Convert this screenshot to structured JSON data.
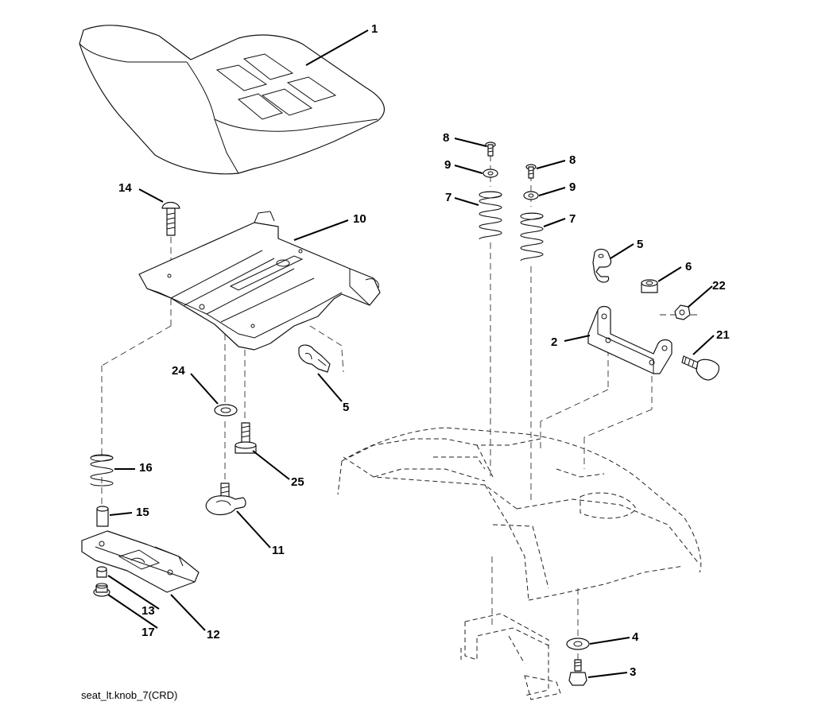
{
  "diagram": {
    "caption": "seat_lt.knob_7(CRD)",
    "callouts": {
      "seat": "1",
      "seat_pan": "10",
      "carriage_bolt": "14",
      "clip_left": "5",
      "washer_24": "24",
      "bolt_25": "25",
      "spring_16": "16",
      "spacer_15": "15",
      "knob_11": "11",
      "slide_plate_12": "12",
      "nut_13": "13",
      "nut_17": "17",
      "screw_8_left": "8",
      "screw_8_right": "8",
      "washer_9_left": "9",
      "washer_9_right": "9",
      "spring_7_left": "7",
      "spring_7_right": "7",
      "clip_right": "5",
      "bushing_6": "6",
      "nut_22": "22",
      "bracket_2": "2",
      "bolt_21": "21",
      "washer_4": "4",
      "bolt_3": "3"
    }
  }
}
